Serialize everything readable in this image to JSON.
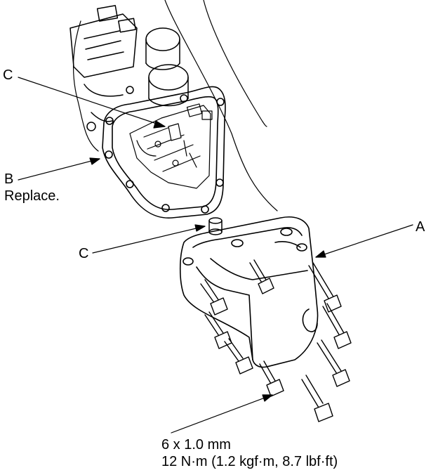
{
  "labels": {
    "c_top": "C",
    "b": "B",
    "b_note": "Replace.",
    "c_mid": "C",
    "a": "A"
  },
  "spec": {
    "size": "6 x 1.0 mm",
    "torque": "12 N·m (1.2 kgf·m, 8.7 lbf·ft)"
  },
  "colors": {
    "ink": "#000000",
    "paper": "#ffffff"
  }
}
